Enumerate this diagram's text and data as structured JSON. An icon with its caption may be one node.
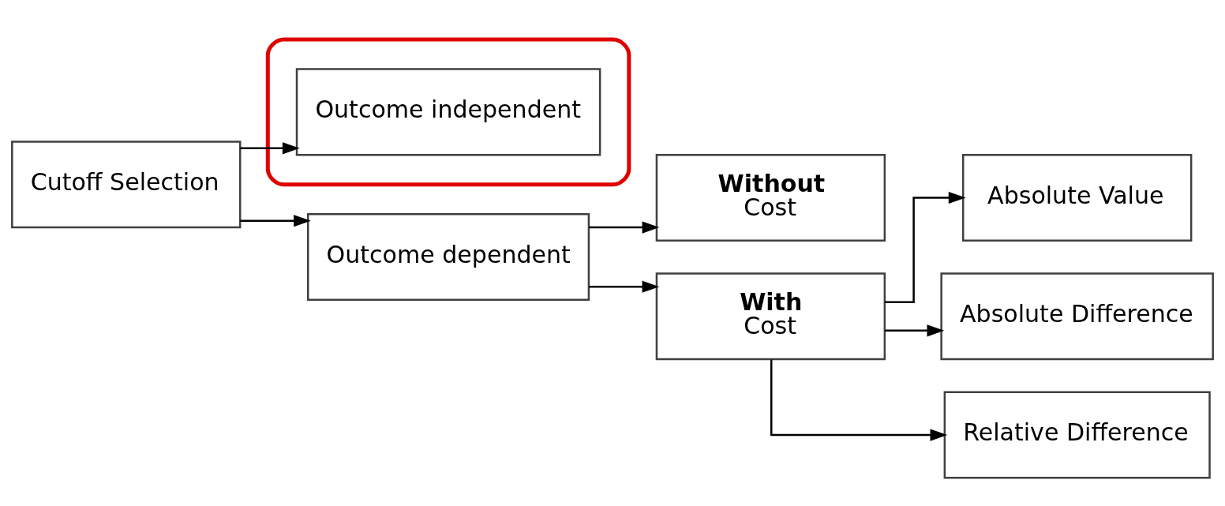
{
  "diagram": {
    "nodes": [
      {
        "text": [
          "Cutoff Selection"
        ]
      },
      {
        "text": [],
        "shape": "ellipse"
      },
      {
        "text": [
          "Outcome independent"
        ],
        "in": 1
      },
      {
        "text": [
          "Outcome dependent"
        ]
      },
      {
        "text": [
          "**Without**",
          "Cost"
        ]
      },
      {
        "text": [
          "**With**",
          "Cost"
        ]
      },
      {
        "text": [
          "Absolute Value"
        ]
      },
      {
        "text": [
          "Absolute Difference"
        ]
      },
      {
        "text": [
          "Relative Difference"
        ]
      }
    ],
    "edges": [
      {
        "from": 0,
        "to": 2,
        "arrow": "to"
      },
      {
        "from": 0,
        "to": 3,
        "arrow": "to"
      },
      {
        "from": 3,
        "to": 4,
        "arrow": "to"
      },
      {
        "from": 3,
        "to": 5,
        "arrow": "to"
      },
      {
        "from": 5,
        "to": 6,
        "arrow": "to"
      },
      {
        "from": 5,
        "to": 7,
        "arrow": "to"
      },
      {
        "from": 5,
        "to": 8,
        "arrow": "to"
      }
    ]
  }
}
